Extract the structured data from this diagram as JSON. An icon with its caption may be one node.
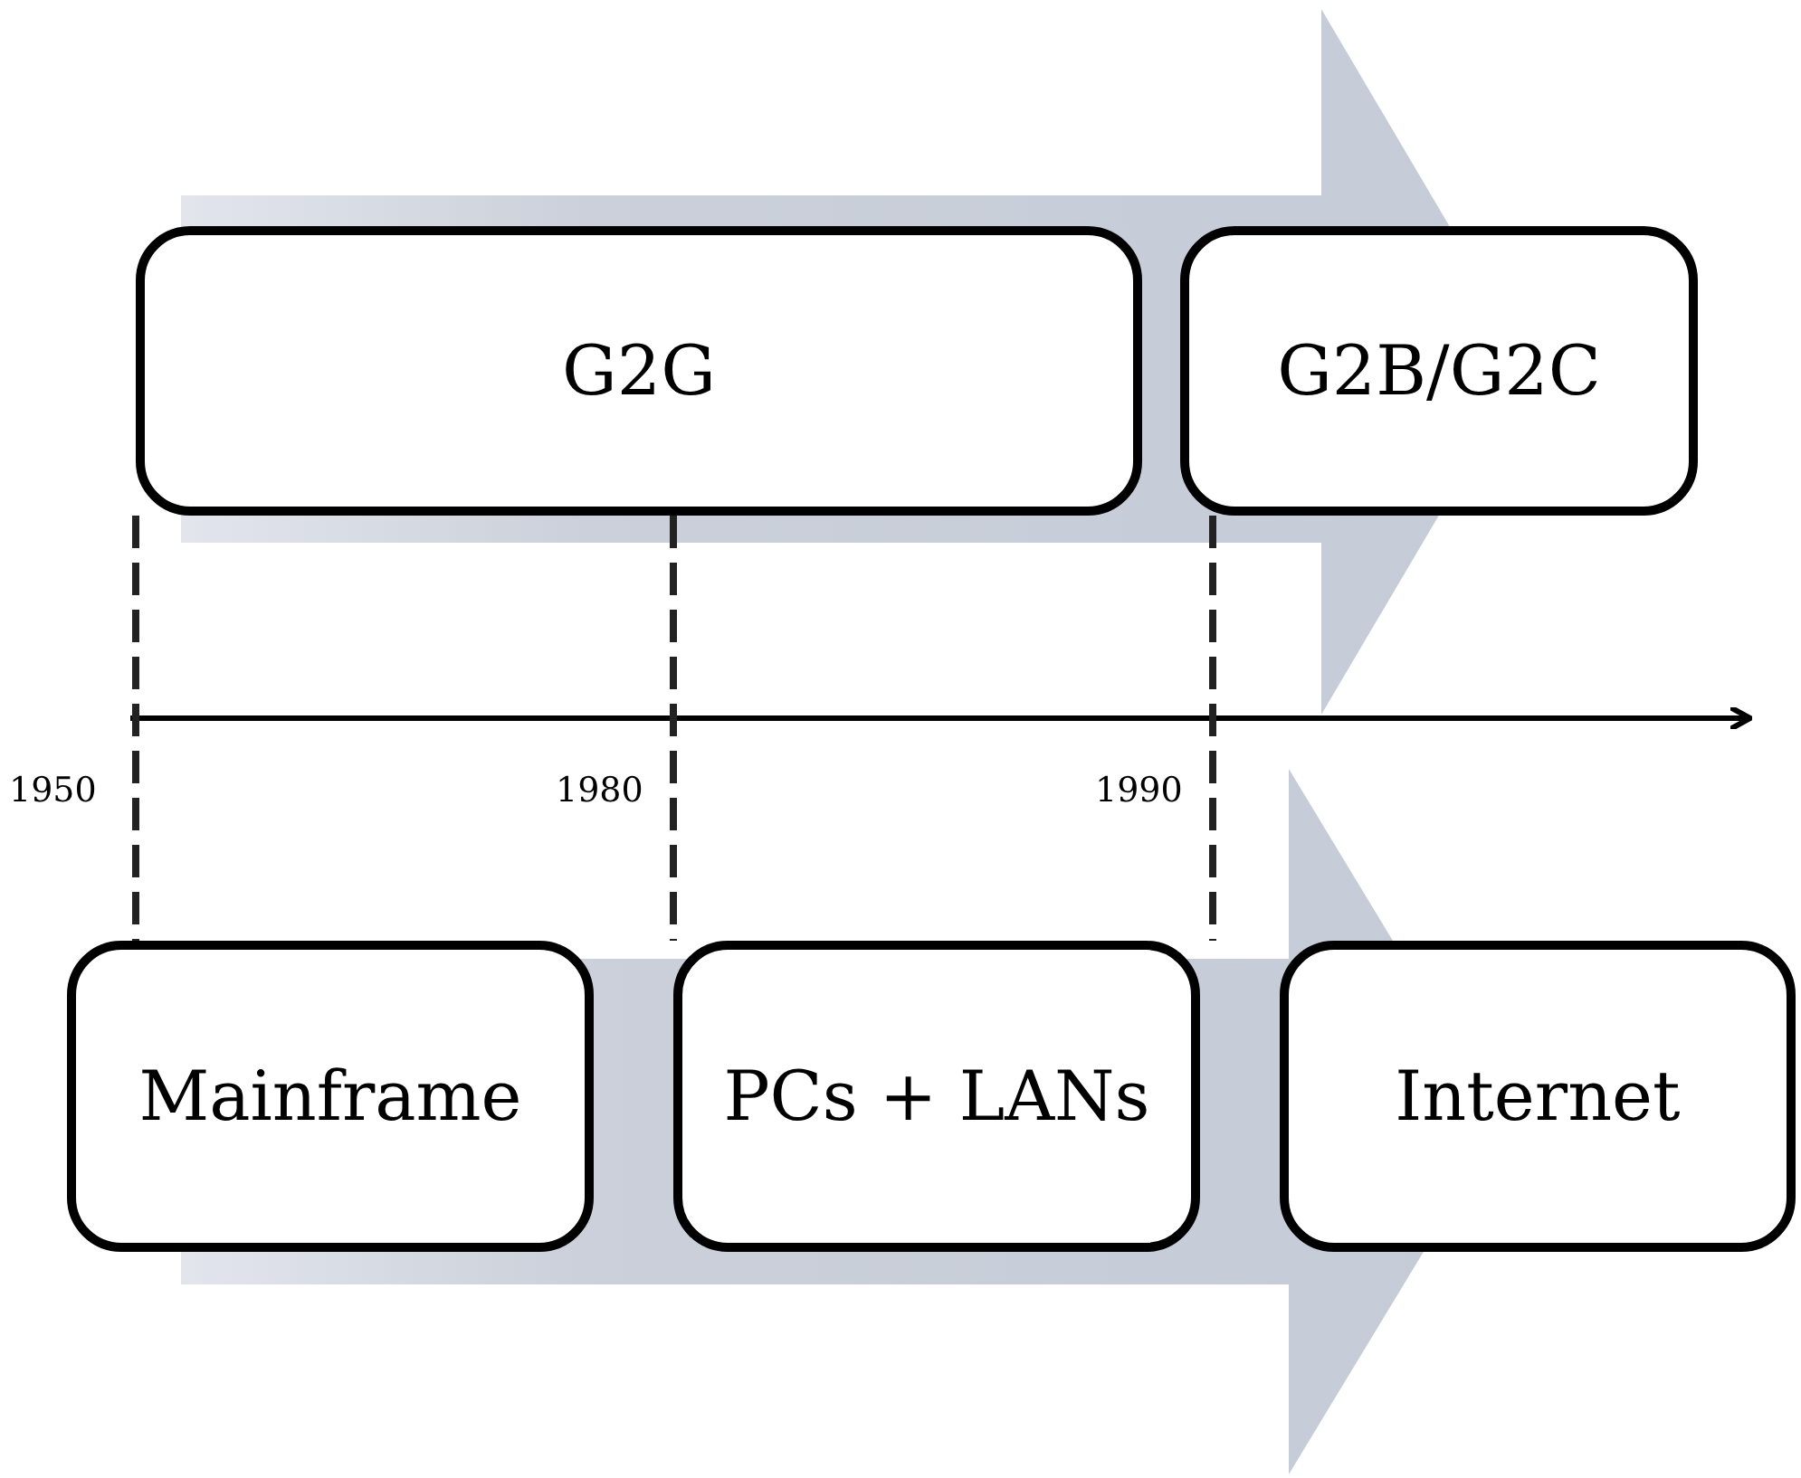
{
  "diagram": {
    "nodes": [
      {
        "text": [
          "G2G"
        ]
      },
      {
        "text": [
          "G2B/G2C"
        ]
      },
      {
        "text": [
          "Mainframe"
        ]
      },
      {
        "text": [
          "PCs + LANs"
        ]
      },
      {
        "text": [
          "Internet"
        ]
      }
    ],
    "edges": [
      {
        "from": 0,
        "to": 2,
        "arrow": "none",
        "style": "dashed"
      },
      {
        "from": 0,
        "to": 3,
        "arrow": "none",
        "style": "dashed"
      },
      {
        "from": 1,
        "to": 3,
        "arrow": "none",
        "style": "dashed"
      }
    ],
    "labels": [
      "1950",
      "1980",
      "1990"
    ]
  }
}
